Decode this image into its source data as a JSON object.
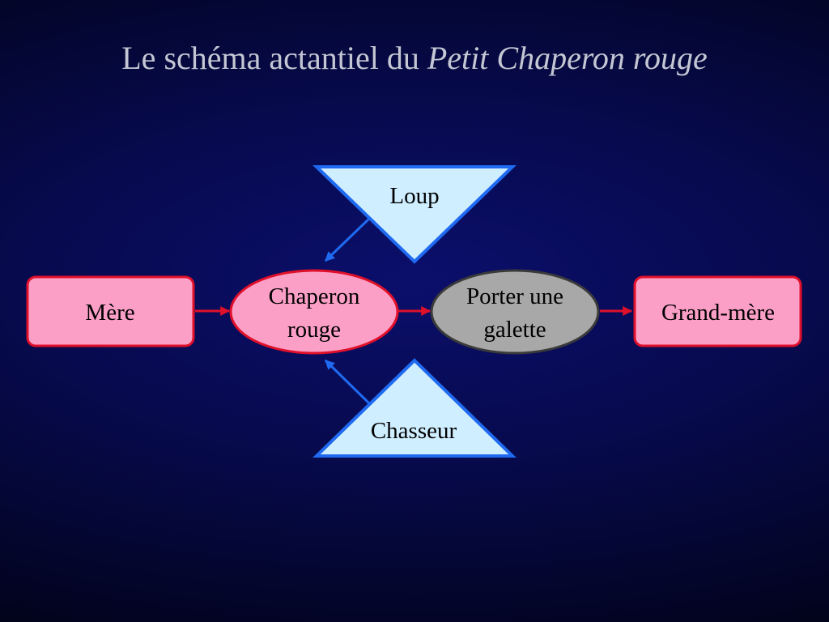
{
  "title": {
    "text": "Le schéma actantiel du ",
    "italic": "Petit Chaperon rouge"
  },
  "nodes": {
    "sender": {
      "label": "Mère"
    },
    "subject": {
      "line1": "Chaperon",
      "line2": "rouge"
    },
    "object": {
      "line1": "Porter une",
      "line2": "galette"
    },
    "receiver": {
      "label": "Grand-mère"
    },
    "opponent": {
      "label": "Loup"
    },
    "helper": {
      "label": "Chasseur"
    }
  },
  "colors": {
    "pink_fill": "#fb9fc7",
    "red_stroke": "#e0102a",
    "gray_fill": "#a8a8a8",
    "gray_stroke": "#3a3a3a",
    "blue_fill": "#cfeeff",
    "blue_stroke": "#1f6af0"
  }
}
